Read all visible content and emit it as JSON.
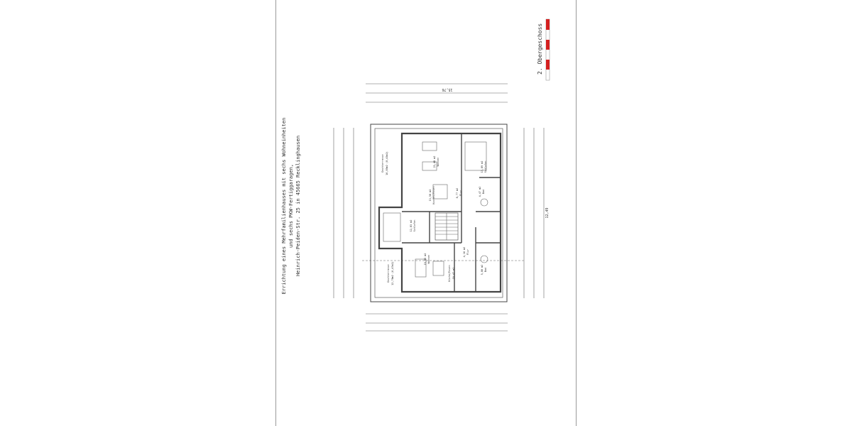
{
  "title_block": {
    "line1": "Errichtung eines Mehrfamilienhauses mit sechs Wohneinheiten",
    "line2": "und sechs PKW-Fertiggaragen,",
    "line3": "Heinrich-Peiden-Str. 25 in 45665 Recklinghausen"
  },
  "floor_label": "2. Obergeschoss",
  "scale_bar_colors": [
    "#d42020",
    "#ffffff"
  ],
  "rooms": [
    {
      "name": "Dachterrasse",
      "area": "16,85m2 (8,43m2)"
    },
    {
      "name": "Wohnen",
      "area": "23,48 m2"
    },
    {
      "name": "Schlafen",
      "area": "13,89 m2"
    },
    {
      "name": "Kochen/Essen",
      "area": "13,58 m2"
    },
    {
      "name": "Flur",
      "area": "8,77 m2"
    },
    {
      "name": "Bad",
      "area": "4,47 m2"
    },
    {
      "name": "Schlafen",
      "area": "12,83 m2"
    },
    {
      "name": "Wohnen",
      "area": "19,85 m2"
    },
    {
      "name": "Dachterrasse",
      "area": "12,70m2 (6,47m2)"
    },
    {
      "name": "Küche/Essen",
      "area": "10,47 m2"
    },
    {
      "name": "Bad",
      "area": "5,80 m2"
    },
    {
      "name": "Flur",
      "area": "4,16 m2"
    }
  ],
  "dimensions": {
    "top_total": "15,76",
    "side_total": "12,49"
  }
}
